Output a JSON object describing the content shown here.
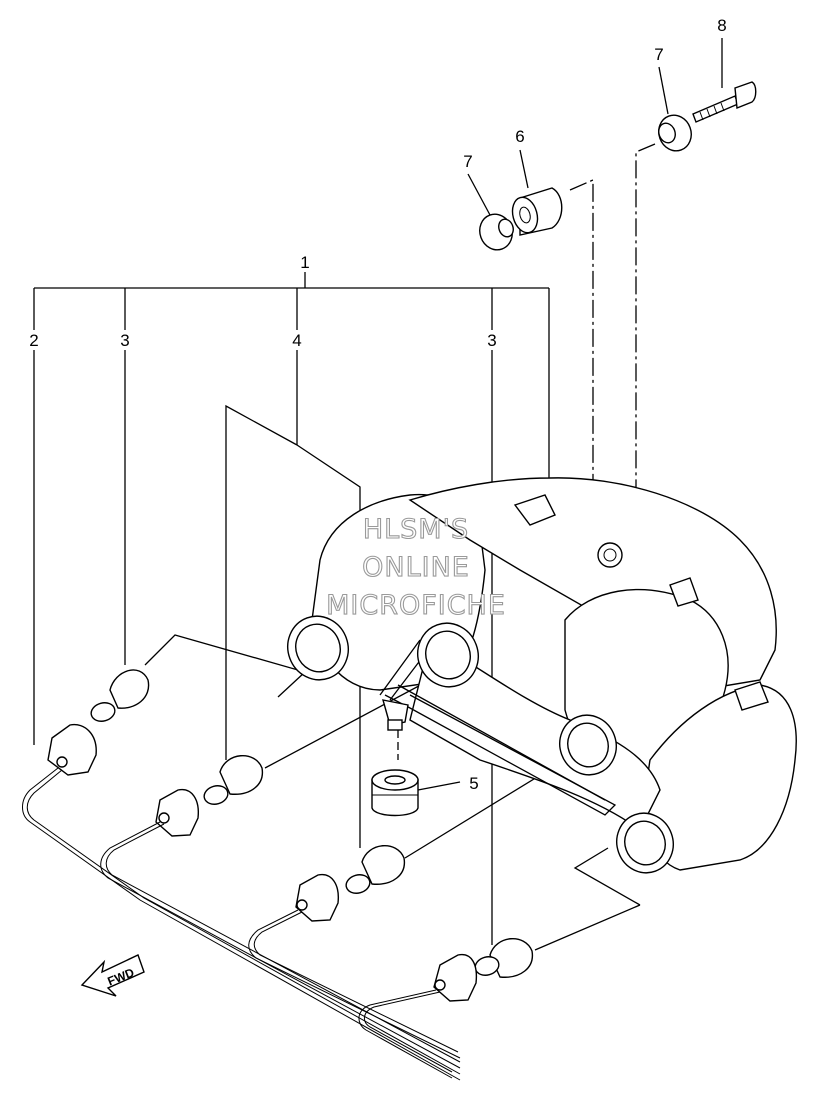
{
  "callouts": {
    "assembly": "1",
    "wire_harness": "2",
    "bulb_left": "3",
    "bulb_center": "4",
    "grommet": "5",
    "damper": "6",
    "washer_left": "7",
    "washer_right": "7",
    "bolt": "8",
    "bulb_right": "3"
  },
  "watermark": {
    "line1": "HLSM'S",
    "line2": "ONLINE",
    "line3": "MICROFICHE"
  },
  "direction_arrow": {
    "label": "FWD",
    "icon": "forward-arrow-icon"
  }
}
